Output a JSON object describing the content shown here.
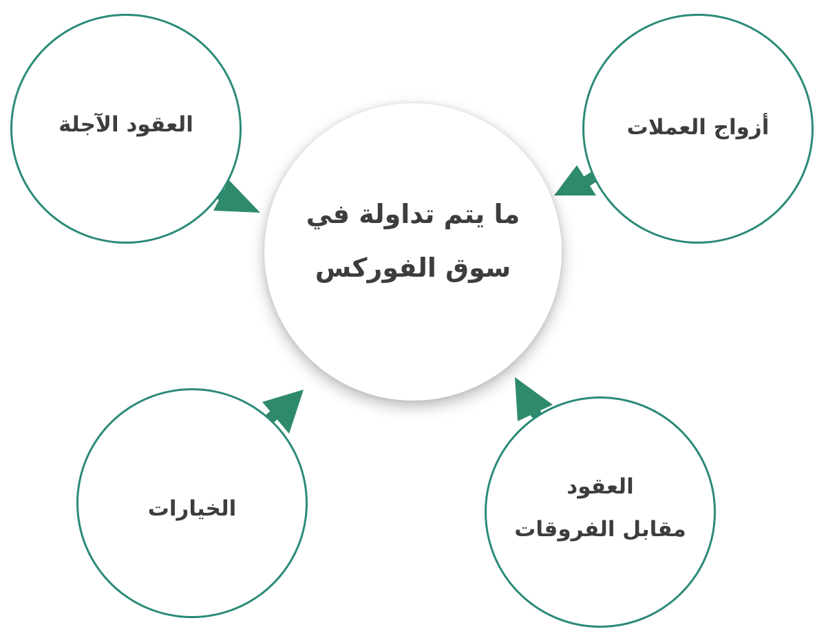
{
  "center": {
    "line1": "ما يتم تداولة في",
    "line2": "سوق الفوركس"
  },
  "nodes": {
    "forwards": "العقود الآجلة",
    "currency_pairs": "أزواج العملات",
    "options": "الخيارات",
    "cfd_line1": "العقود",
    "cfd_line2": "مقابل الفروقات"
  },
  "colors": {
    "ring": "#2b8a78",
    "arrow": "#2e8a6a",
    "text": "#3d3d3d"
  }
}
